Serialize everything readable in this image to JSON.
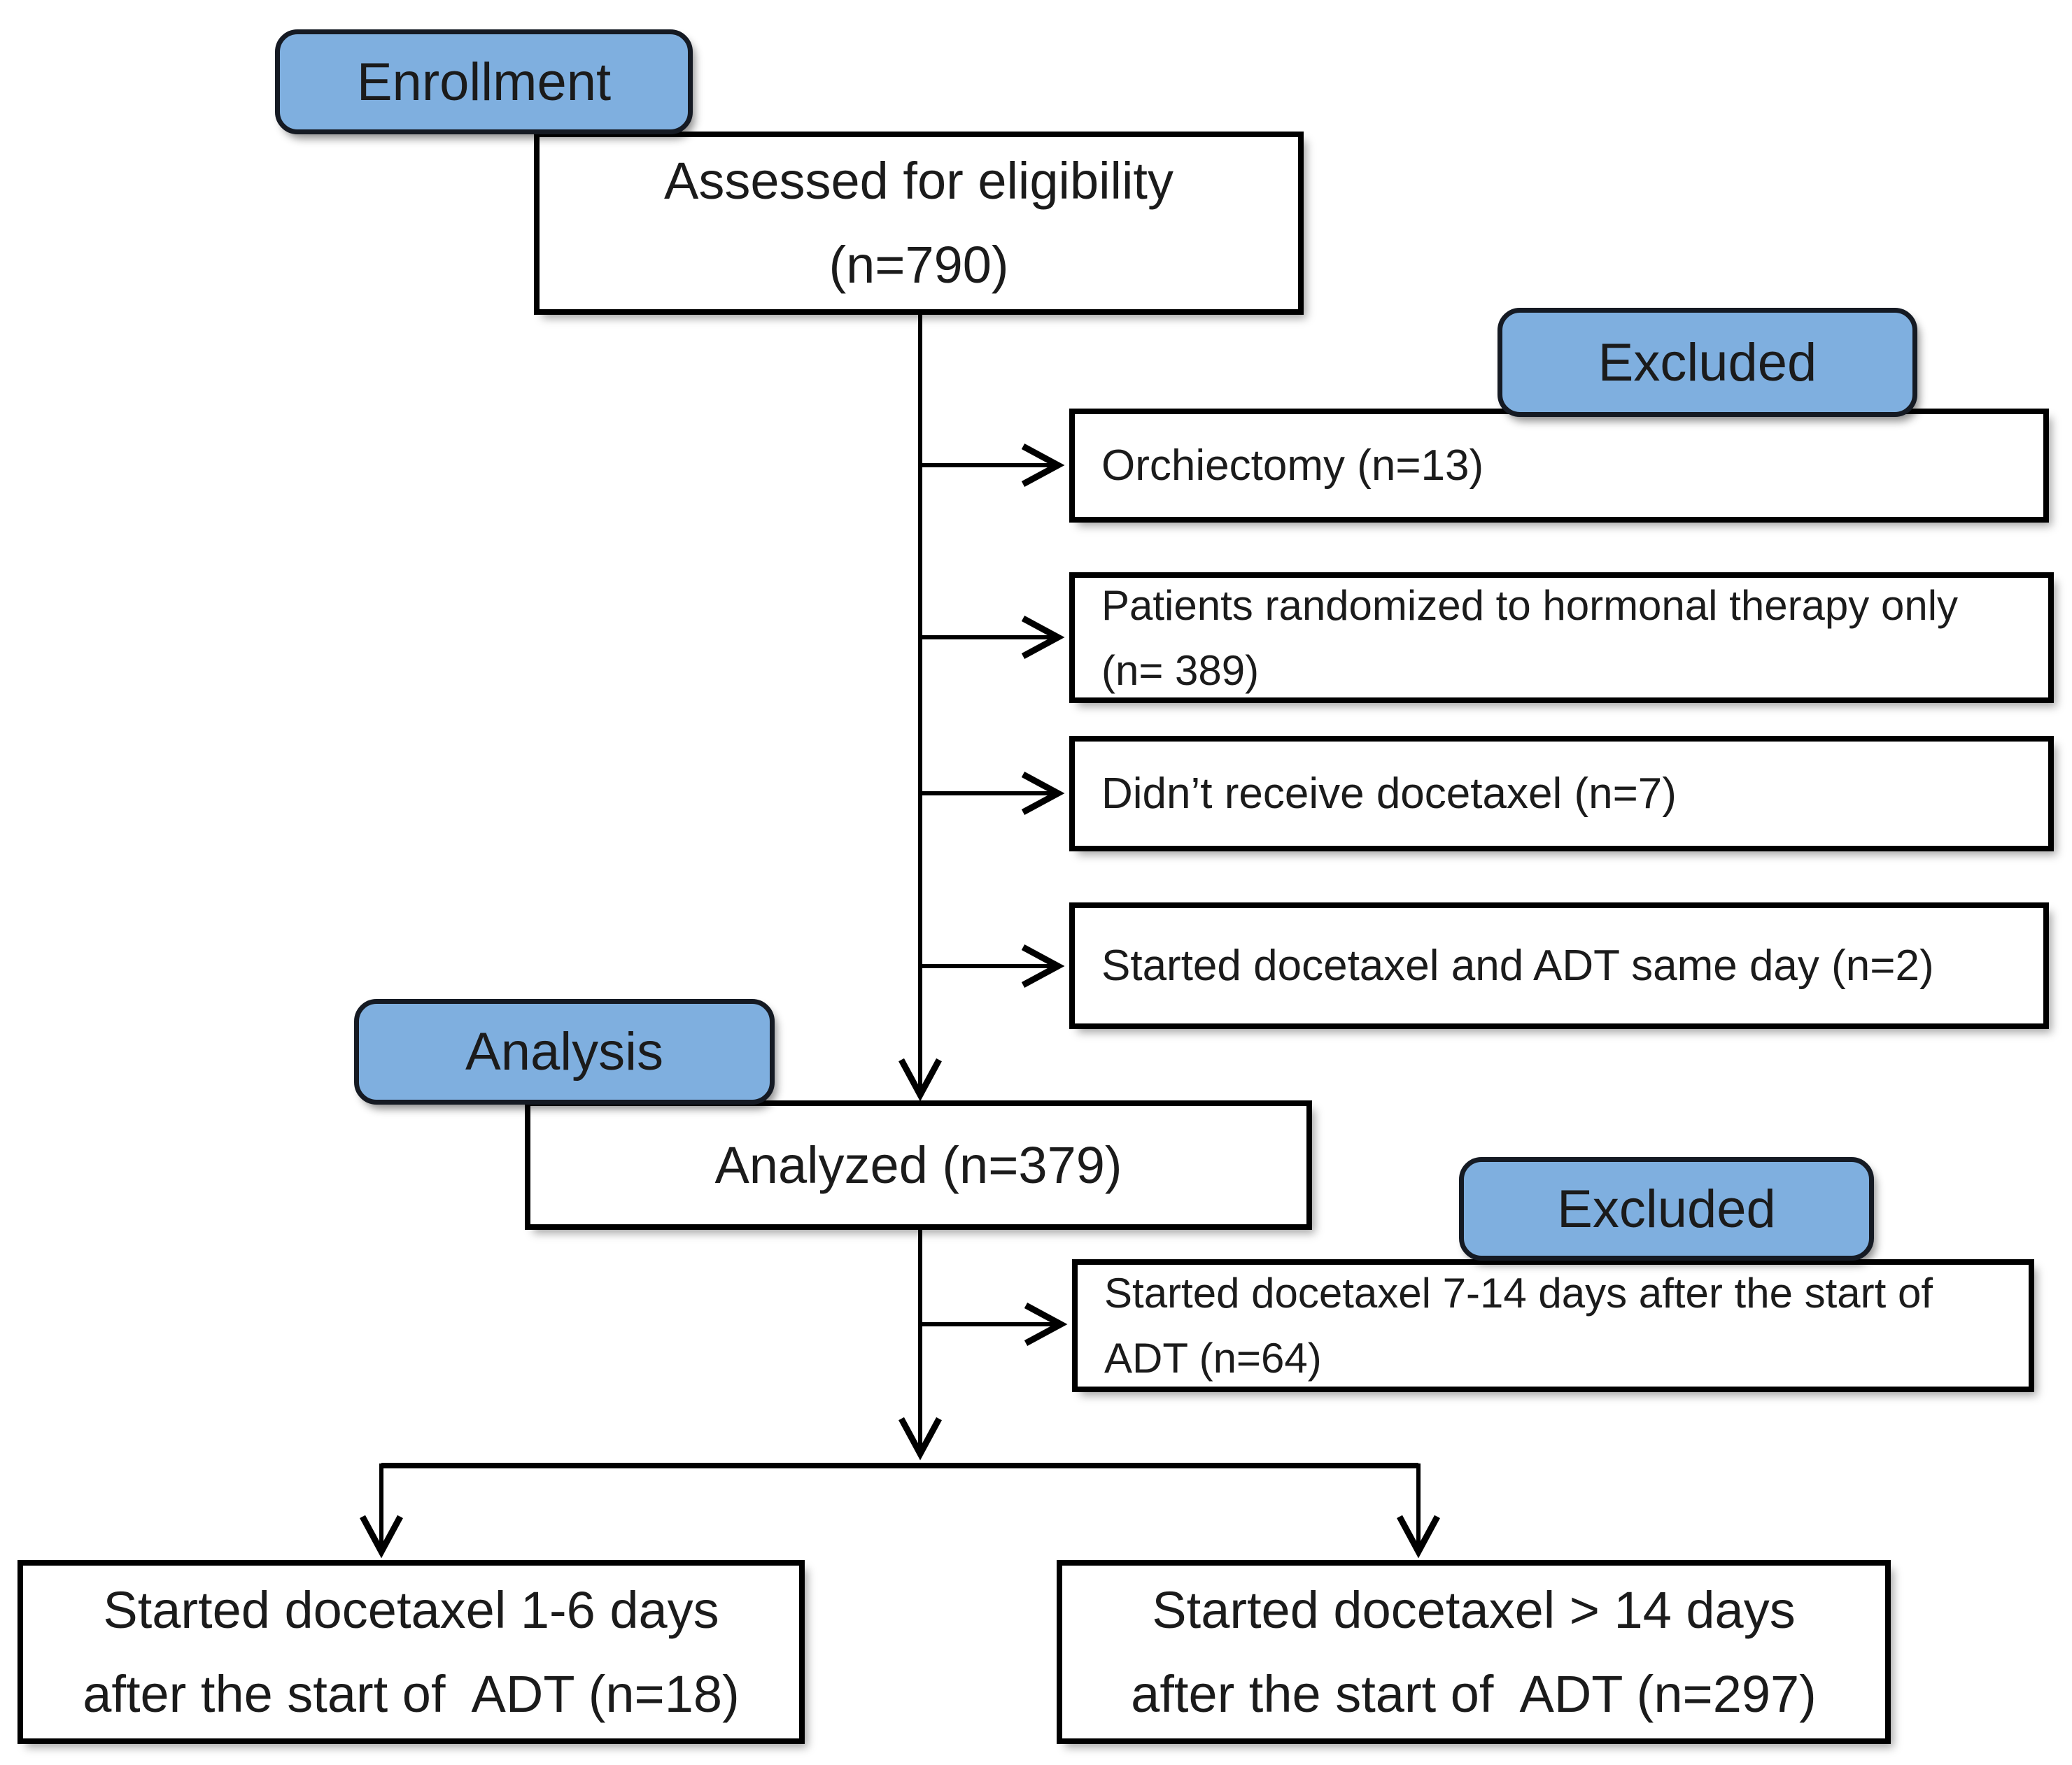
{
  "colors": {
    "badge_fill": "#7FAFDF",
    "badge_border": "#151A23",
    "box_border": "#000000",
    "line": "#000000",
    "text": "#1B1B1B",
    "background": "#FFFFFF"
  },
  "badges": {
    "enrollment": {
      "label": "Enrollment"
    },
    "excluded_top": {
      "label": "Excluded"
    },
    "analysis": {
      "label": "Analysis"
    },
    "excluded_bottom": {
      "label": "Excluded"
    }
  },
  "boxes": {
    "assessed": {
      "lines": [
        "Assessed for eligibility",
        "(n=790)"
      ]
    },
    "orchiectomy": {
      "lines": [
        "Orchiectomy (n=13)"
      ]
    },
    "hormonal_only": {
      "lines": [
        "Patients randomized to hormonal therapy only",
        "(n= 389)"
      ]
    },
    "no_docetaxel": {
      "lines": [
        "Didn’t receive docetaxel (n=7)"
      ]
    },
    "same_day": {
      "lines": [
        "Started docetaxel and ADT same day (n=2)"
      ]
    },
    "analyzed": {
      "lines": [
        "Analyzed (n=379)"
      ]
    },
    "excluded_7_14": {
      "lines": [
        "Started docetaxel 7-14 days after the start of",
        "ADT (n=64)"
      ]
    },
    "days_1_6": {
      "lines": [
        "Started docetaxel 1-6 days",
        "after the start of  ADT (n=18)"
      ]
    },
    "days_over_14": {
      "lines": [
        "Started docetaxel > 14 days",
        "after the start of  ADT (n=297)"
      ]
    }
  },
  "counts": {
    "assessed": 790,
    "orchiectomy": 13,
    "hormonal_only": 389,
    "no_docetaxel": 7,
    "same_day": 2,
    "analyzed": 379,
    "excluded_7_14": 64,
    "days_1_6": 18,
    "days_over_14": 297
  }
}
